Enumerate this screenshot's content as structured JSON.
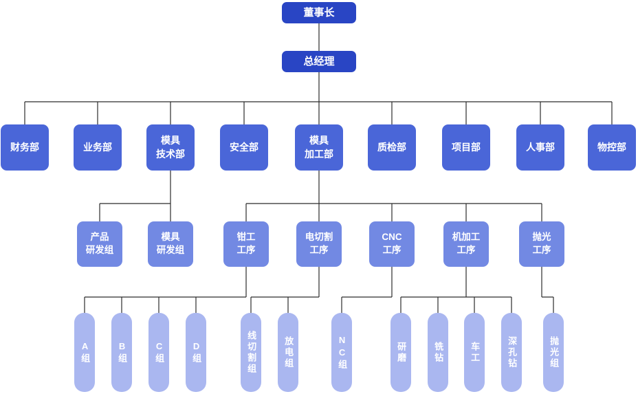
{
  "org": {
    "level1": {
      "chairman": "董事长"
    },
    "level2": {
      "general_manager": "总经理"
    },
    "departments": {
      "finance": "财务部",
      "business": "业务部",
      "mold_tech": "模具\n技术部",
      "safety": "安全部",
      "mold_processing": "模具\n加工部",
      "quality": "质检部",
      "project": "项目部",
      "hr": "人事部",
      "material_control": "物控部"
    },
    "groups": {
      "product_rd": "产品\n研发组",
      "mold_rd": "模具\n研发组",
      "benchwork": "钳工\n工序",
      "edm_cutting": "电切割\n工序",
      "cnc": "CNC\n工序",
      "machining": "机加工\n工序",
      "polishing": "抛光\n工序"
    },
    "teams": {
      "team_a": "A组",
      "team_b": "B组",
      "team_c": "C组",
      "team_d": "D组",
      "wire_cut": "线切割组",
      "edm": "放电组",
      "nc": "NC组",
      "grinding": "研磨",
      "mill_drill": "铣钻",
      "turning": "车工",
      "deep_hole_drill": "深孔钻",
      "polish_team": "抛光组"
    }
  },
  "colors": {
    "level1_2": "#2945c4",
    "level3": "#4a66d8",
    "level4": "#7289e3",
    "level5": "#aab7f0",
    "connector": "#2b2b2b",
    "text": "#ffffff",
    "background": "#ffffff"
  }
}
